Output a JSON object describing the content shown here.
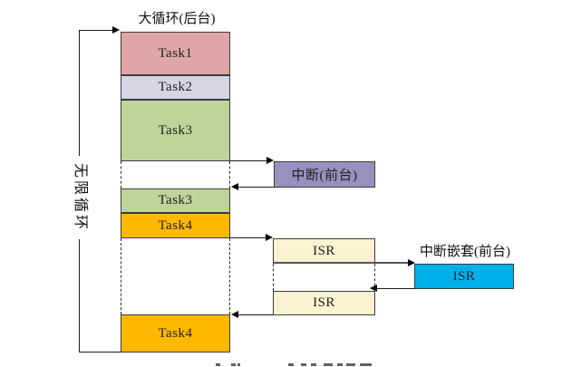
{
  "title": "大循环(后台)",
  "infinite_loop_label": "无限循环",
  "stack": {
    "segments": [
      {
        "label": "Task1",
        "color": "#dfa6a6"
      },
      {
        "label": "Task2",
        "color": "#d8d4e4"
      },
      {
        "label": "Task3",
        "color": "#bfd49b"
      },
      {
        "label": "Task3",
        "color": "#bfd49b"
      },
      {
        "label": "Task4",
        "color": "#fcb900"
      },
      {
        "label": "Task4",
        "color": "#fcb900"
      }
    ]
  },
  "interrupt": {
    "label": "中断(前台)",
    "color": "#9a8fbe"
  },
  "isr": {
    "first": {
      "label": "ISR",
      "color": "#faf2d0"
    },
    "second": {
      "label": "ISR",
      "color": "#faf2d0"
    }
  },
  "nested_interrupt": {
    "title": "中断嵌套(前台)",
    "isr_label": "ISR",
    "color": "#00b0ea"
  },
  "line_colors": {
    "arrow": "#1a1a1a",
    "nested_link": "#555555",
    "dashed": "#2b2b2b"
  }
}
